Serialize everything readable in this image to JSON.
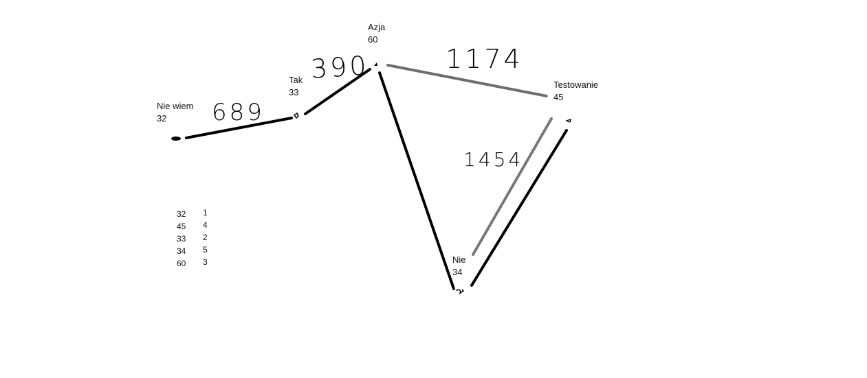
{
  "nodes": [
    {
      "id": "nie-wiem",
      "name": "Nie wiem",
      "value": "32"
    },
    {
      "id": "tak",
      "name": "Tak",
      "value": "33"
    },
    {
      "id": "azja",
      "name": "Azja",
      "value": "60"
    },
    {
      "id": "testowanie",
      "name": "Testowanie",
      "value": "45"
    },
    {
      "id": "nie",
      "name": "Nie",
      "value": "34"
    }
  ],
  "edges": [
    {
      "from": "nie-wiem",
      "to": "tak",
      "label": "689",
      "style": "solid"
    },
    {
      "from": "tak",
      "to": "azja",
      "label": "390",
      "style": "solid"
    },
    {
      "from": "azja",
      "to": "testowanie",
      "label": "1174",
      "style": "gray"
    },
    {
      "from": "azja",
      "to": "nie",
      "label": "",
      "style": "solid"
    },
    {
      "from": "testowanie",
      "to": "nie",
      "label": "1454",
      "style": "gray"
    },
    {
      "from": "testowanie",
      "to": "nie",
      "label": "",
      "style": "solid"
    }
  ],
  "list": [
    {
      "value": "32",
      "rank": "1"
    },
    {
      "value": "45",
      "rank": "4"
    },
    {
      "value": "33",
      "rank": "2"
    },
    {
      "value": "34",
      "rank": "5"
    },
    {
      "value": "60",
      "rank": "3"
    }
  ],
  "colors": {
    "line": "#000000",
    "gray_line": "#6e6e6e"
  }
}
